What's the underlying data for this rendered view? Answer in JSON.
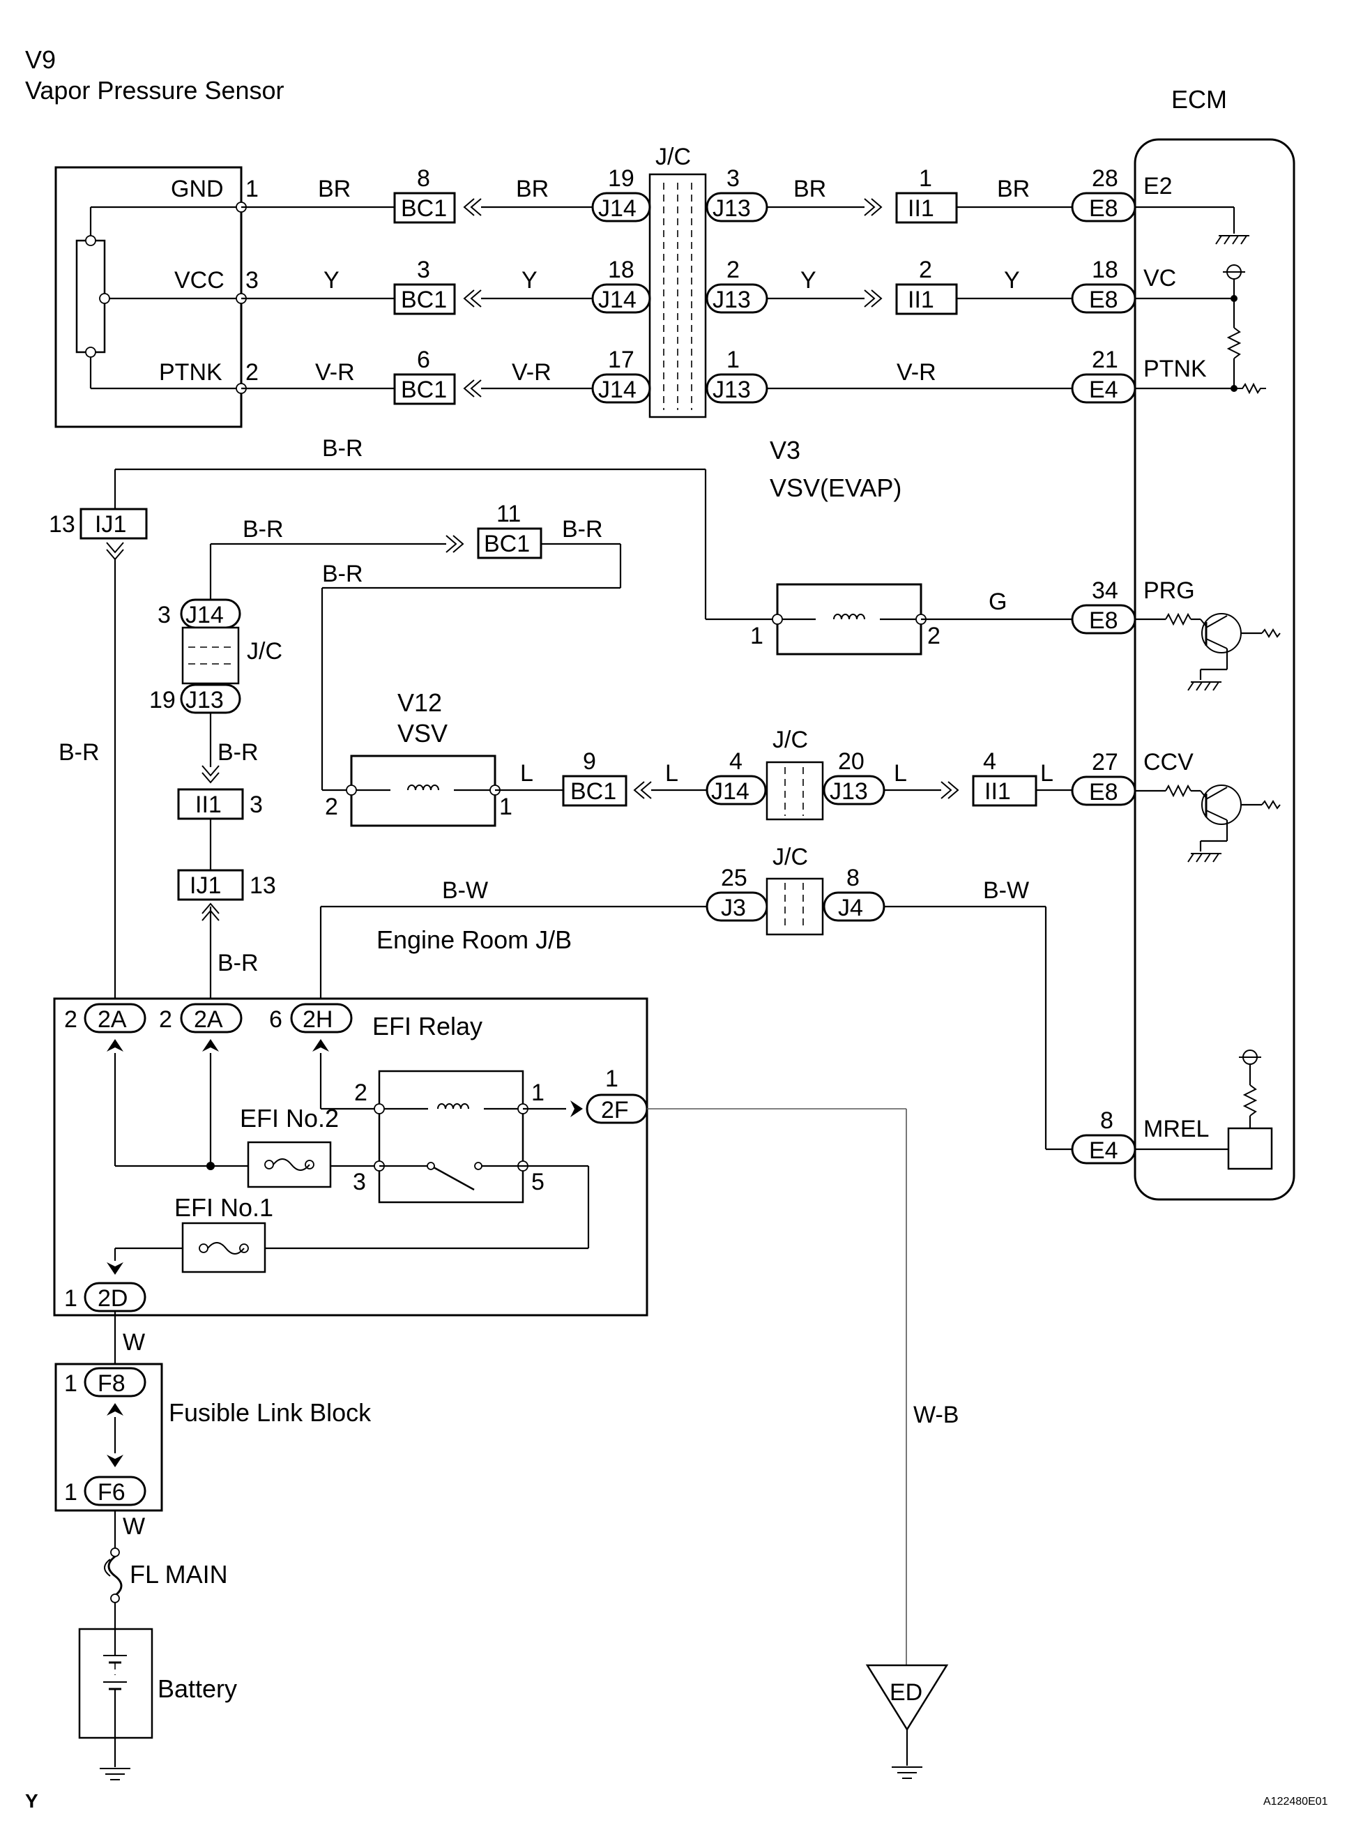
{
  "labels": {
    "vps_code": "V9",
    "vps_name": "Vapor Pressure Sensor",
    "ecm": "ECM",
    "v3_code": "V3",
    "v3_name": "VSV(EVAP)",
    "v12_code": "V12",
    "v12_name": "VSV",
    "engine_room_jb": "Engine Room J/B",
    "efi_relay": "EFI Relay",
    "efi_no2": "EFI No.2",
    "efi_no1": "EFI No.1",
    "fusible_link_block": "Fusible Link Block",
    "fl_main": "FL MAIN",
    "battery": "Battery",
    "ground_ed": "ED",
    "corner_letter": "Y",
    "figure_id": "A122480E01",
    "jc": "J/C"
  },
  "pins": {
    "gnd": "GND",
    "vcc": "VCC",
    "ptnk": "PTNK",
    "e2": "E2",
    "vc": "VC",
    "ptnk_ecm": "PTNK",
    "prg": "PRG",
    "ccv": "CCV",
    "mrel": "MREL"
  },
  "connectors": {
    "BC1": "BC1",
    "J14": "J14",
    "J13": "J13",
    "II1": "II1",
    "E8": "E8",
    "E4": "E4",
    "IJ1": "IJ1",
    "J3": "J3",
    "J4": "J4",
    "2A": "2A",
    "2H": "2H",
    "2F": "2F",
    "2D": "2D",
    "F8": "F8",
    "F6": "F6"
  },
  "wire_colors": {
    "BR": "BR",
    "Y": "Y",
    "VR": "V-R",
    "BR2": "B-R",
    "G": "G",
    "L": "L",
    "BW": "B-W",
    "W": "W",
    "WB": "W-B"
  },
  "pin_numbers": {
    "n1": "1",
    "n2": "2",
    "n3": "3",
    "n4": "4",
    "n5": "5",
    "n6": "6",
    "n8": "8",
    "n9": "9",
    "n11": "11",
    "n13": "13",
    "n17": "17",
    "n18": "18",
    "n19": "19",
    "n20": "20",
    "n21": "21",
    "n25": "25",
    "n27": "27",
    "n28": "28",
    "n34": "34"
  }
}
